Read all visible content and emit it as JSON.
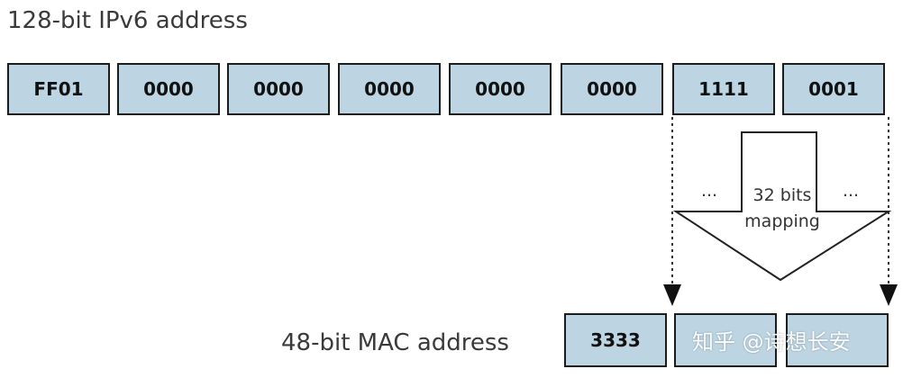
{
  "ipv6": {
    "title": "128-bit IPv6 address",
    "cells": [
      "FF01",
      "0000",
      "0000",
      "0000",
      "0000",
      "0000",
      "1111",
      "0001"
    ]
  },
  "mac": {
    "title": "48-bit MAC address",
    "cells": [
      "3333",
      "",
      ""
    ]
  },
  "mapping": {
    "line1": "32 bits",
    "line2": "mapping",
    "ellipsis_left": "...",
    "ellipsis_right": "..."
  },
  "watermark": "知乎 @诗想长安",
  "colors": {
    "cell_fill": "#bdd5e3",
    "border": "#1c1c1c"
  }
}
